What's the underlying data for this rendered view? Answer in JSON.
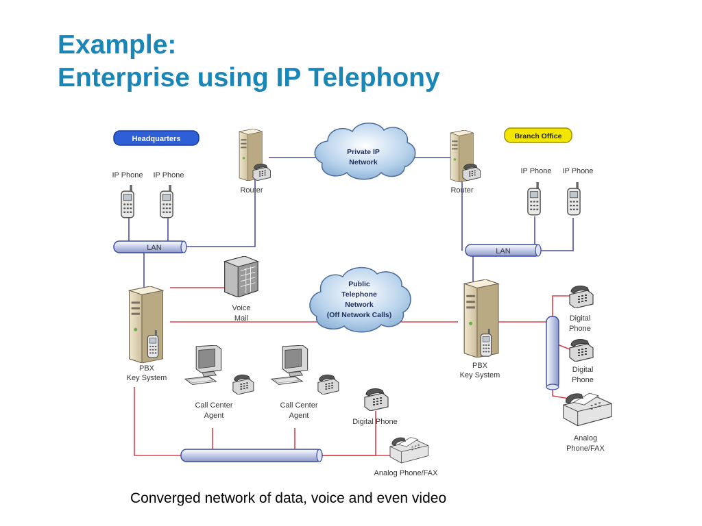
{
  "slide": {
    "title_line1": "Example:",
    "title_line2": "Enterprise using IP Telephony",
    "caption": "Converged network of data, voice and even video"
  },
  "colors": {
    "title": "#1a86b8",
    "ip_link": "#4a4aa8",
    "voice_link": "#d8404a",
    "hq_badge": "#2f5fd6",
    "branch_badge": "#f2e600"
  },
  "diagram": {
    "hq_label": "Headquarters",
    "branch_label": "Branch Office",
    "private_network": [
      "Private IP",
      "Network"
    ],
    "public_network": [
      "Public",
      "Telephone",
      "Network",
      "(Off Network Calls)"
    ],
    "router_label": "Router",
    "ip_phone_label": "IP Phone",
    "lan_label": "LAN",
    "voice_mail": [
      "Voice",
      "Mail"
    ],
    "pbx_lines": [
      "PBX",
      "Key System"
    ],
    "call_center_agent": [
      "Call Center",
      "Agent"
    ],
    "digital_phone": "Digital Phone",
    "digital_phone_lines": [
      "Digital",
      "Phone"
    ],
    "analog_fax": "Analog Phone/FAX",
    "analog_fax_lines": [
      "Analog",
      "Phone/FAX"
    ]
  }
}
